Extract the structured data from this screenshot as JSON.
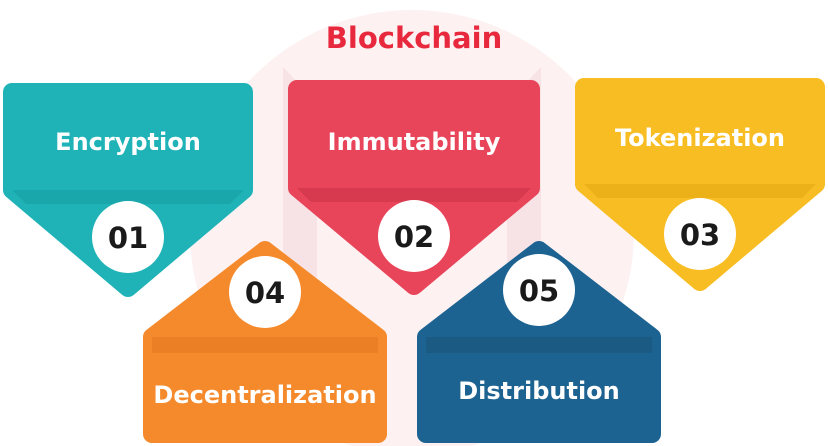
{
  "title": "Blockchain",
  "items": [
    {
      "number": "01",
      "label": "Encryption",
      "color": "#1fb3b8",
      "dark": "#159ca0"
    },
    {
      "number": "02",
      "label": "Immutability",
      "color": "#e8455a",
      "dark": "#c93247"
    },
    {
      "number": "03",
      "label": "Tokenization",
      "color": "#f7bd22",
      "dark": "#e3a613"
    },
    {
      "number": "04",
      "label": "Decentralization",
      "color": "#f58a2c",
      "dark": "#e07622"
    },
    {
      "number": "05",
      "label": "Distribution",
      "color": "#1d6391",
      "dark": "#1a5478"
    }
  ]
}
